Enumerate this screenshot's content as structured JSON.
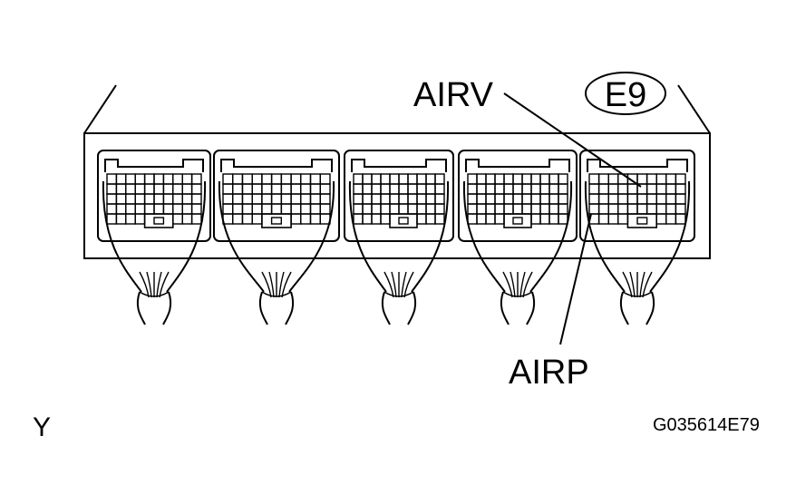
{
  "labels": {
    "connector_id": "E9",
    "airv": "AIRV",
    "airp": "AIRP",
    "view": "Y",
    "figure_code": "G035614E79"
  },
  "style": {
    "line_color": "#000000",
    "background": "#ffffff"
  },
  "diagram": {
    "connector_count": 5,
    "highlighted_connector": 5
  }
}
